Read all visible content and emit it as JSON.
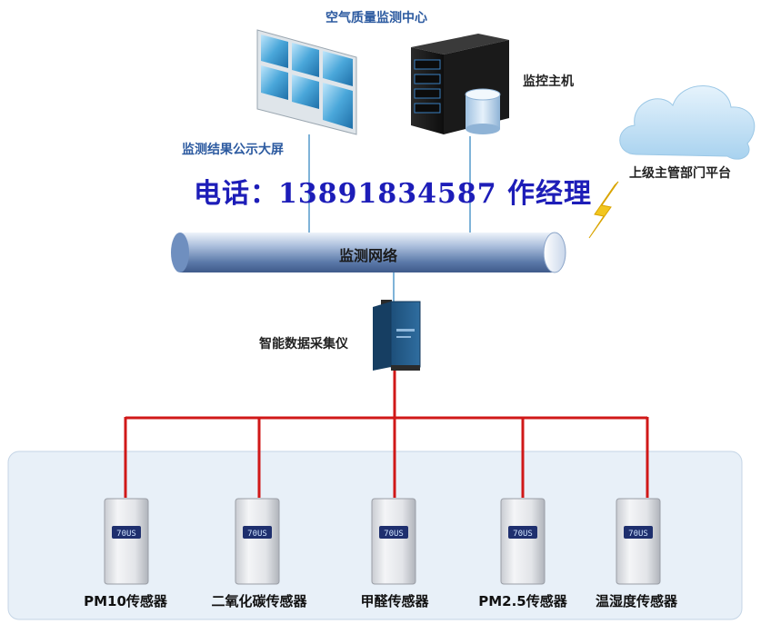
{
  "center_title": "空气质量监测中心",
  "screen_label": "监测结果公示大屏",
  "host_label": "监控主机",
  "platform_label": "上级主管部门平台",
  "phone_text": "电话：13891834587  作经理",
  "network_label": "监测网络",
  "collector_label": "智能数据采集仪",
  "sensors": [
    {
      "label": "PM10传感器",
      "display": "70US"
    },
    {
      "label": "二氧化碳传感器",
      "display": "70US"
    },
    {
      "label": "甲醛传感器",
      "display": "70US"
    },
    {
      "label": "PM2.5传感器",
      "display": "70US"
    },
    {
      "label": "温湿度传感器",
      "display": "70US"
    }
  ],
  "colors": {
    "wire": "#d01818",
    "link": "#7fb3d8",
    "pipe": "#5a78a8",
    "panel": "#e8f0f8",
    "phone": "#1d1db8",
    "bolt": "#f2c61f"
  }
}
